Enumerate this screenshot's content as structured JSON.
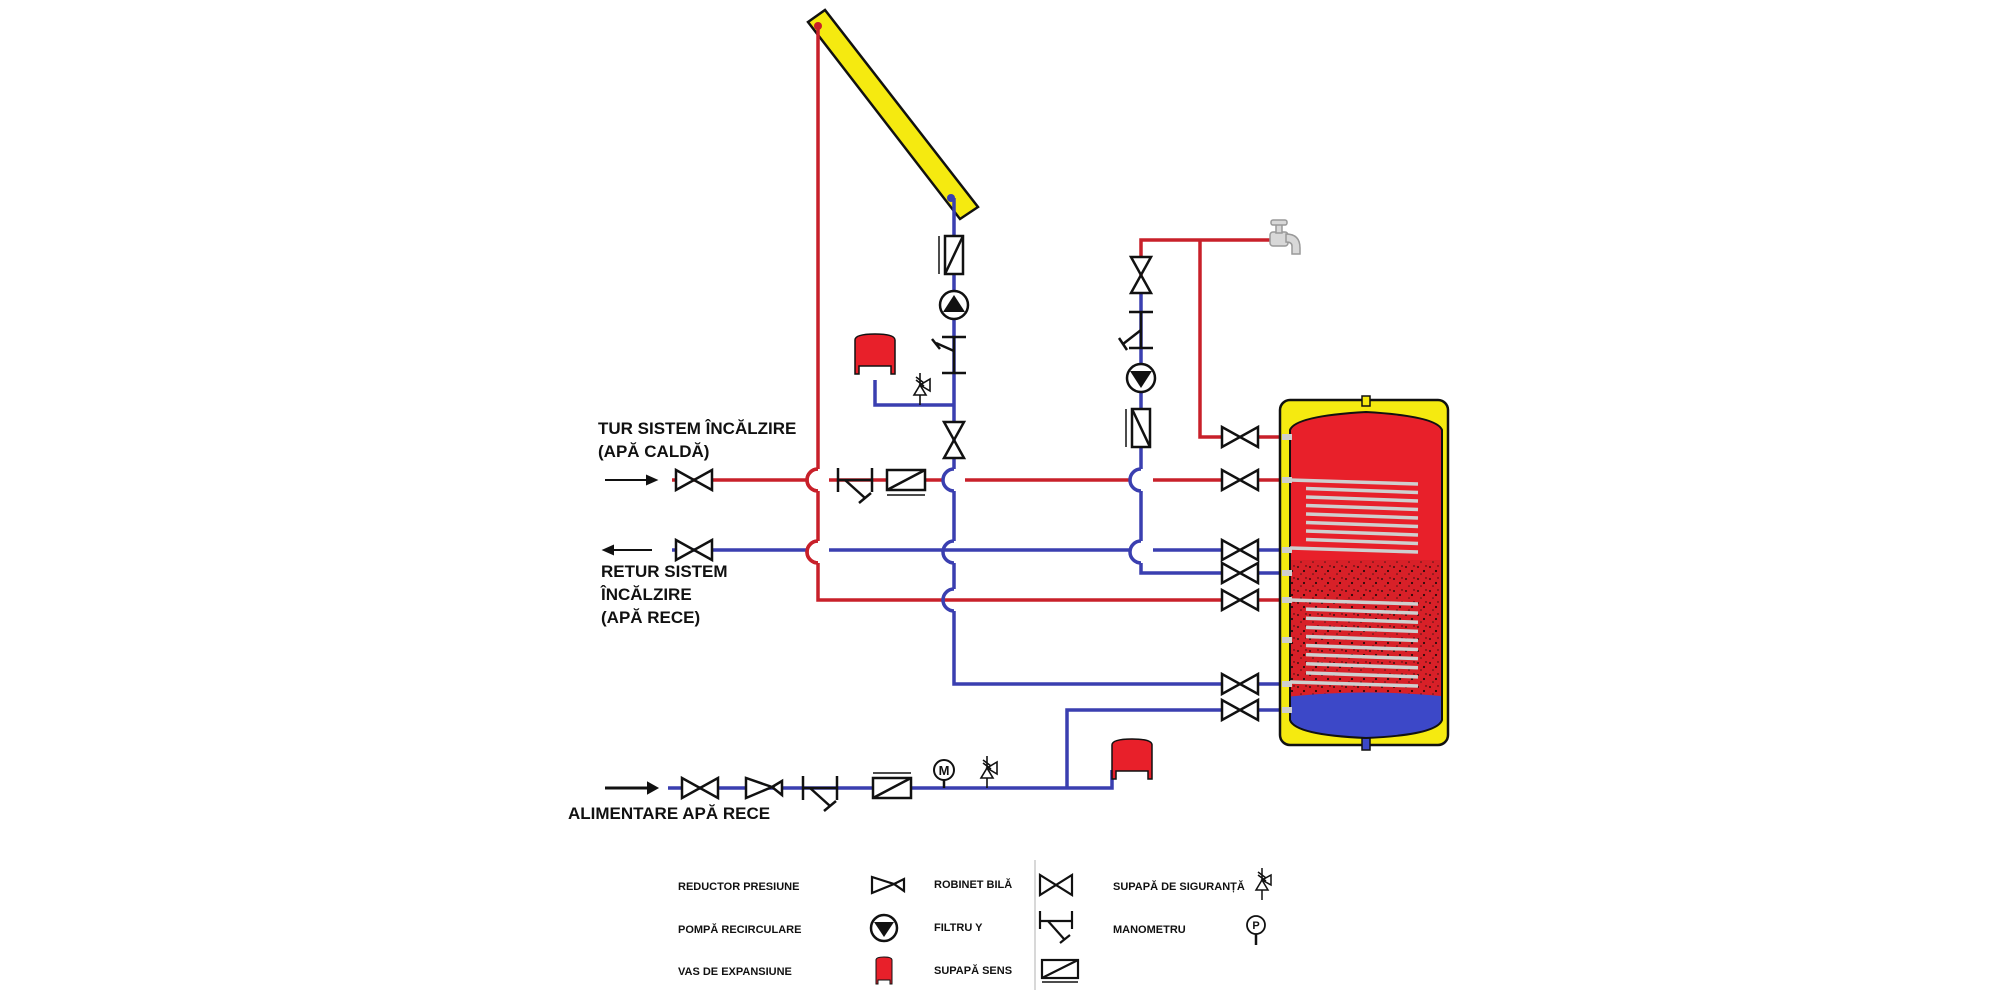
{
  "labels": {
    "tur_line1": "TUR  SISTEM ÎNCĂLZIRE",
    "tur_line2": "(APĂ CALDĂ)",
    "retur_line1": "RETUR  SISTEM",
    "retur_line2": "ÎNCĂLZIRE",
    "retur_line3": "(APĂ RECE)",
    "alimentare": "ALIMENTARE APĂ RECE",
    "manometer_letter": "M"
  },
  "legend": {
    "items": [
      {
        "label": "REDUCTOR PRESIUNE",
        "icon": "pressure-reducer-icon"
      },
      {
        "label": "POMPĂ RECIRCULARE",
        "icon": "circulation-pump-icon"
      },
      {
        "label": "VAS DE EXPANSIUNE",
        "icon": "expansion-vessel-icon"
      },
      {
        "label": "ROBINET BILĂ",
        "icon": "ball-valve-icon"
      },
      {
        "label": "FILTRU Y",
        "icon": "y-filter-icon"
      },
      {
        "label": "SUPAPĂ SENS",
        "icon": "check-valve-icon"
      },
      {
        "label": "SUPAPĂ DE SIGURANȚĂ",
        "icon": "safety-valve-icon"
      },
      {
        "label": "MANOMETRU",
        "icon": "pressure-gauge-icon",
        "letter": "P"
      }
    ]
  },
  "colors": {
    "hot": "#c8202a",
    "cold": "#3a3fb0",
    "tank_hot": "#e8202a",
    "tank_cold": "#3c48c8",
    "jacket": "#f5ea10",
    "collector": "#f5ea10",
    "coil": "#c8c8c8"
  }
}
